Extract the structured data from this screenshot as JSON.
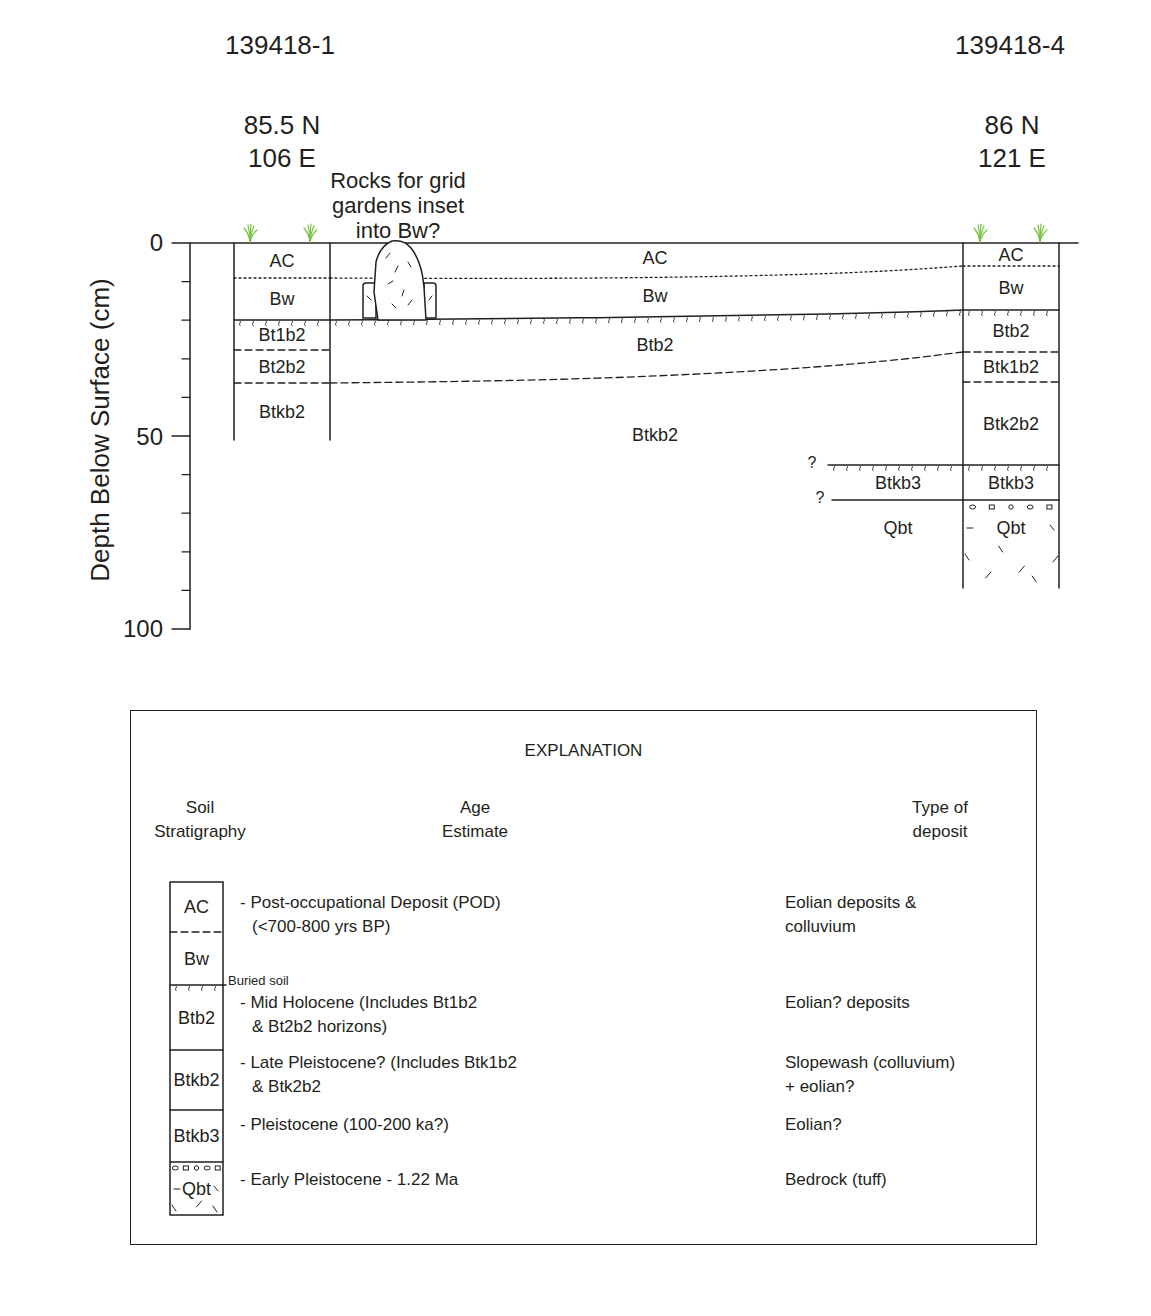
{
  "diagram": {
    "nodes": [
      {
        "text": [
          "AC"
        ]
      },
      {
        "text": [
          "Bw"
        ]
      },
      {
        "text": [
          "Bt1b2"
        ]
      },
      {
        "text": [
          "Bt2b2"
        ]
      },
      {
        "text": [
          "Btkb2"
        ]
      },
      {
        "text": [
          "AC"
        ]
      },
      {
        "text": [
          "Bw"
        ]
      },
      {
        "text": [
          "Btb2"
        ]
      },
      {
        "text": [
          "Btk1b2"
        ]
      },
      {
        "text": [
          "Btk2b2"
        ]
      },
      {
        "text": [
          "Btkb3"
        ]
      },
      {
        "text": [
          "Qbt"
        ]
      },
      {
        "text": [
          "EXPLANATION"
        ]
      },
      {
        "text": [
          "AC"
        ],
        "in": 12
      },
      {
        "text": [
          "Bw"
        ],
        "in": 12
      },
      {
        "text": [
          "Btb2"
        ],
        "in": 12
      },
      {
        "text": [
          "Btkb2"
        ],
        "in": 12
      },
      {
        "text": [
          "Btkb3"
        ],
        "in": 12
      },
      {
        "text": [
          "Qbt"
        ],
        "in": 12
      }
    ],
    "labels": [
      "139418-1",
      "85.5 N",
      "106 E",
      "Rocks for grid gardens inset into Bw?",
      "139418-4",
      "86 N",
      "121 E",
      "Depth Below Surface (cm)",
      "0",
      "50",
      "100",
      "AC",
      "Bw",
      "Btb2",
      "Btkb2",
      "?",
      "Btkb3",
      "?",
      "Qbt",
      "Soil Stratigraphy",
      "Age Estimate",
      "Type of deposit",
      "Buried soil",
      "- Post-occupational Deposit (POD) (<700-800 yrs BP)",
      "Eolian deposits & colluvium",
      "- Mid Holocene (Includes Bt1b2 & Bt2b2 horizons)",
      "Eolian? deposits",
      "- Late Pleistocene? (Includes Btk1b2 & Btk2b2",
      "Slopewash (colluvium) + eolian?",
      "- Pleistocene (100-200 ka?)",
      "Eolian?",
      "- Early Pleistocene - 1.22 Ma",
      "Bedrock (tuff)"
    ]
  }
}
